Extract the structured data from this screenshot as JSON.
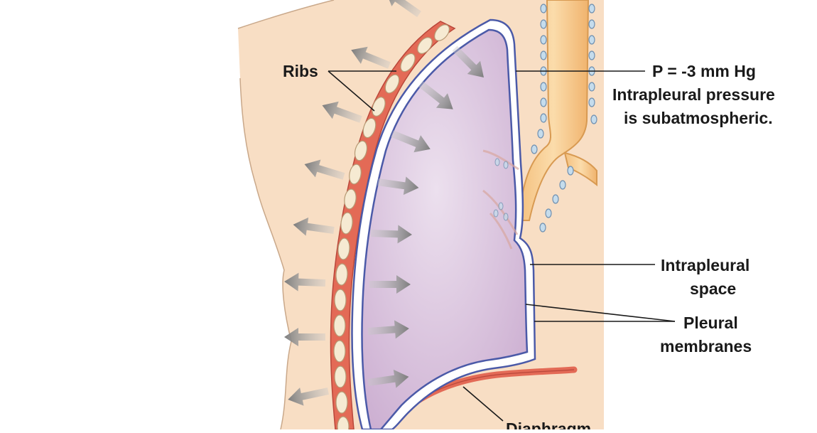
{
  "labels": {
    "ribs": "Ribs",
    "pressure": "P = -3 mm Hg",
    "intrapleural_pressure_line1": "Intrapleural pressure",
    "intrapleural_pressure_line2": "is subatmospheric.",
    "intrapleural_space_line1": "Intrapleural",
    "intrapleural_space_line2": "space",
    "pleural_membranes_line1": "Pleural",
    "pleural_membranes_line2": "membranes",
    "diaphragm": "Diaphragm"
  },
  "colors": {
    "body_tissue": "#f8dec4",
    "lung_fill": "#dcc2de",
    "pleural_outer": "#4b5aa8",
    "rib_muscle": "#e36a56",
    "rib_bone": "#f6ead2",
    "airway": "#f6c98e",
    "cartilage": "#b9d3e6",
    "arrow": "#8c8c8c",
    "leader_line": "#1a1a1a"
  },
  "arrows": {
    "outward": "chest wall pulled outward",
    "inward": "lung recoiling inward"
  }
}
